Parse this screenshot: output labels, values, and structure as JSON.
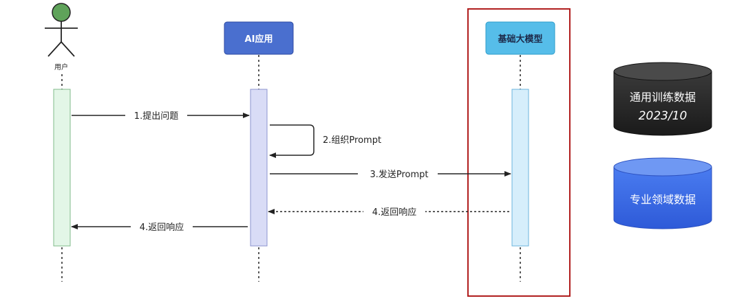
{
  "participants": {
    "user": {
      "label": "用户",
      "head_color": "#5fa35a"
    },
    "app": {
      "label": "AI应用",
      "color": "#4a6fcf"
    },
    "model": {
      "label": "基础大模型",
      "color": "#56bde9"
    }
  },
  "messages": [
    {
      "label": "1.提出问题"
    },
    {
      "label": "2.组织Prompt"
    },
    {
      "label": "3.发送Prompt"
    },
    {
      "label": "4.返回响应"
    },
    {
      "label": "4.返回响应"
    }
  ],
  "databases": {
    "general": {
      "line1": "通用训练数据",
      "line2": "2023/10",
      "color": "#333333"
    },
    "domain": {
      "label": "专业领域数据",
      "color": "#3c6ee6"
    }
  },
  "highlight_color": "#b01c1c"
}
